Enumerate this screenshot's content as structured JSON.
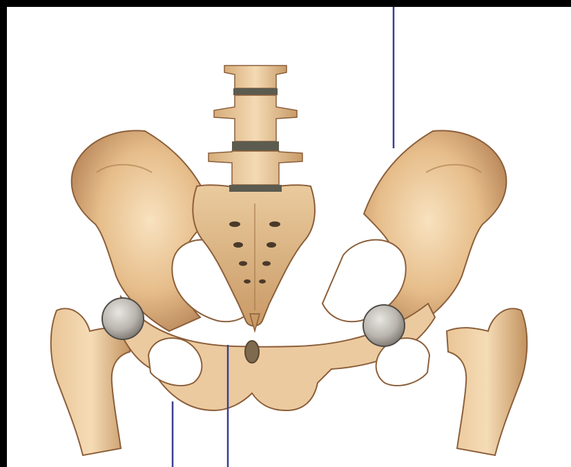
{
  "figure": {
    "subject": "pelvis-and-lumbar-spine-anterior-view",
    "colors": {
      "background": "#ffffff",
      "frame": "#000000",
      "bone_light": "#f6dbb1",
      "bone_mid": "#e2b883",
      "bone_dark": "#b9885a",
      "bone_shadow": "#8c5f3a",
      "femoral_head": "#b8b4ad",
      "disc": "#5b5b4f",
      "leader_line": "#3a3f8f"
    },
    "leader_lines": [
      {
        "id": "leader-iliac-crest",
        "target": "iliac-crest-right"
      },
      {
        "id": "leader-obturator-ring",
        "target": "pubic-ramus-left"
      },
      {
        "id": "leader-pubic-symphysis",
        "target": "pubic-symphysis"
      }
    ]
  }
}
